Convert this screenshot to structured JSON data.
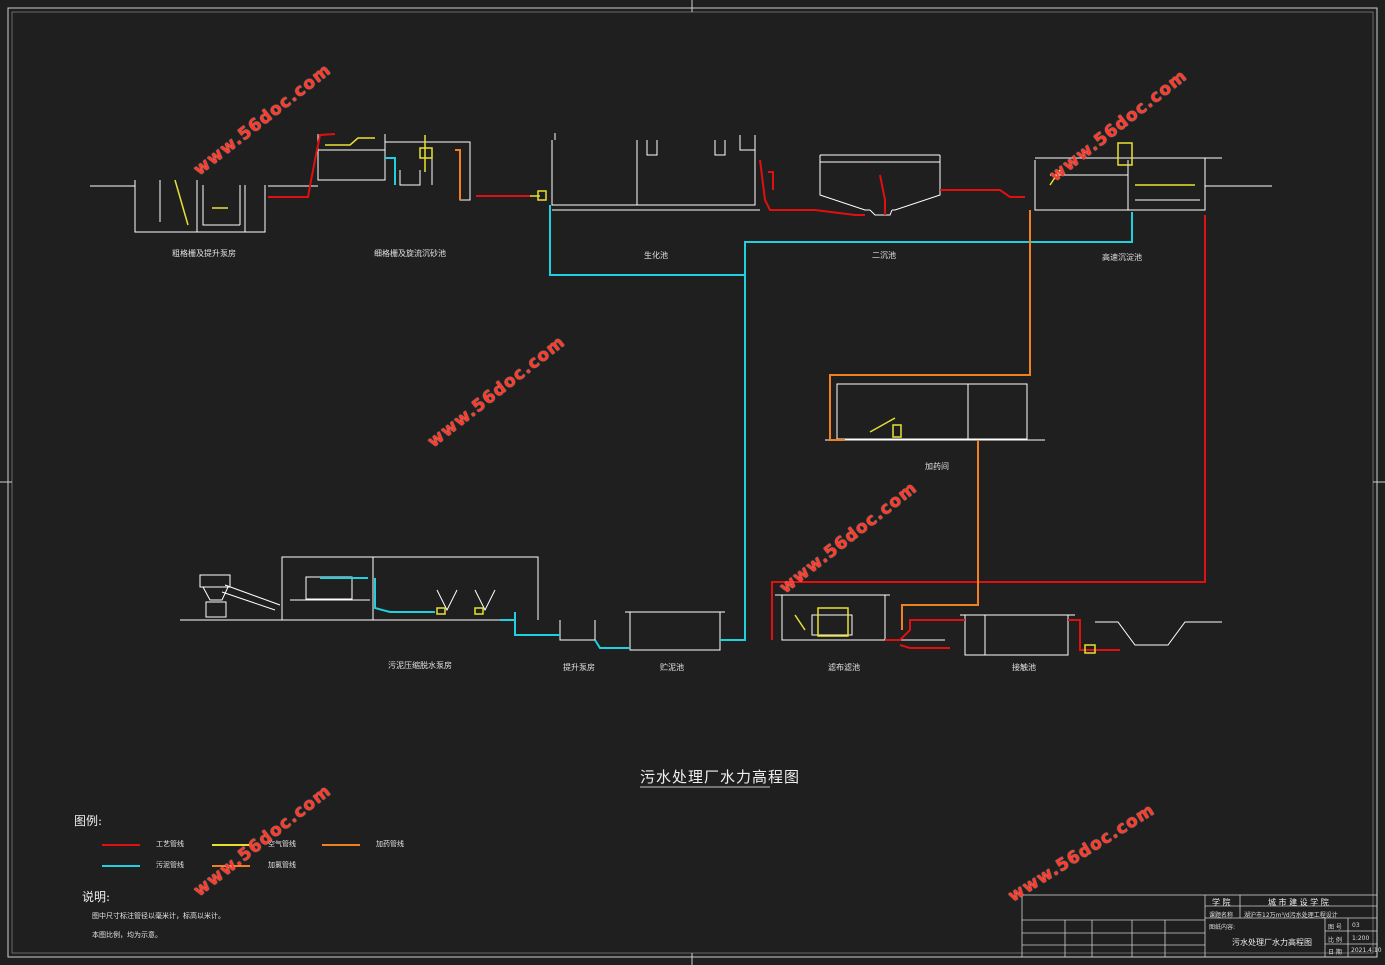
{
  "drawing": {
    "title": "污水处理厂水力高程图"
  },
  "units": {
    "u1": "粗格栅及提升泵房",
    "u2": "细格栅及旋流沉砂池",
    "u3": "生化池",
    "u4": "二沉池",
    "u5": "高速沉淀池",
    "u6": "加药间",
    "u7": "污泥压缩脱水泵房",
    "u8": "提升泵房",
    "u9": "贮泥池",
    "u10": "滤布滤池",
    "u11": "接触池"
  },
  "legend": {
    "title": "图例:",
    "items": [
      {
        "label": "工艺管线",
        "color": "#e01010"
      },
      {
        "label": "空气管线",
        "color": "#e8e030"
      },
      {
        "label": "加药管线",
        "color": "#f08020"
      },
      {
        "label": "污泥管线",
        "color": "#20d0e0"
      },
      {
        "label": "加氯管线",
        "color": "#f08020"
      }
    ]
  },
  "notes": {
    "title": "说明:",
    "line1": "图中尺寸标注管径以毫米计，标高以米计。",
    "line2": "本图比例，均为示意。"
  },
  "title_block": {
    "school_label": "学 院",
    "school": "城 市 建 设 学 院",
    "topic_label": "课题名称",
    "topic": "湖沪市12万m³/d污水处理工程设计",
    "content_label": "图纸内容:",
    "content": "污水处理厂水力高程图",
    "sheet_no_label": "图 号",
    "scale_label": "比 例",
    "date_label": "日 期",
    "sheet_no": "03",
    "scale": "1:200",
    "date": "2021.4.10"
  },
  "watermark": "www.56doc.com",
  "colors": {
    "background": "#1f1f1f",
    "process": "#e01010",
    "sludge": "#20d0e0",
    "dosing": "#f08020",
    "air": "#e8e030",
    "structure": "#ffffff"
  }
}
